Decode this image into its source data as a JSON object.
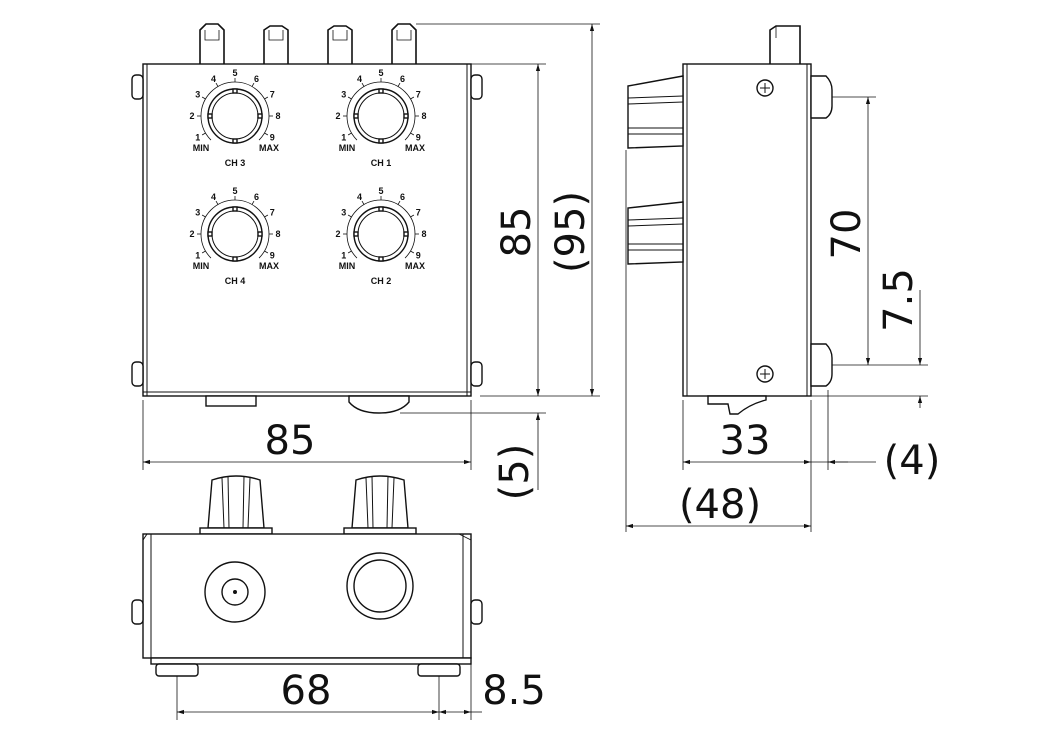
{
  "front_view": {
    "knobs": [
      {
        "channel_label": "CH 3",
        "min_label": "MIN",
        "max_label": "MAX",
        "scale": [
          "1",
          "2",
          "3",
          "4",
          "5",
          "6",
          "7",
          "8",
          "9"
        ]
      },
      {
        "channel_label": "CH 1",
        "min_label": "MIN",
        "max_label": "MAX",
        "scale": [
          "1",
          "2",
          "3",
          "4",
          "5",
          "6",
          "7",
          "8",
          "9"
        ]
      },
      {
        "channel_label": "CH 4",
        "min_label": "MIN",
        "max_label": "MAX",
        "scale": [
          "1",
          "2",
          "3",
          "4",
          "5",
          "6",
          "7",
          "8",
          "9"
        ]
      },
      {
        "channel_label": "CH 2",
        "min_label": "MIN",
        "max_label": "MAX",
        "scale": [
          "1",
          "2",
          "3",
          "4",
          "5",
          "6",
          "7",
          "8",
          "9"
        ]
      }
    ]
  },
  "dimensions": {
    "front_width": "85",
    "front_height": "85",
    "overall_height": "(95)",
    "foot_protrusion": "(5)",
    "side_knob_pitch": "70",
    "side_bottom_offset": "7.5",
    "side_depth": "33",
    "side_foot": "(4)",
    "side_overall_depth": "(48)",
    "bottom_foot_pitch": "68",
    "bottom_foot_offset": "8.5"
  }
}
